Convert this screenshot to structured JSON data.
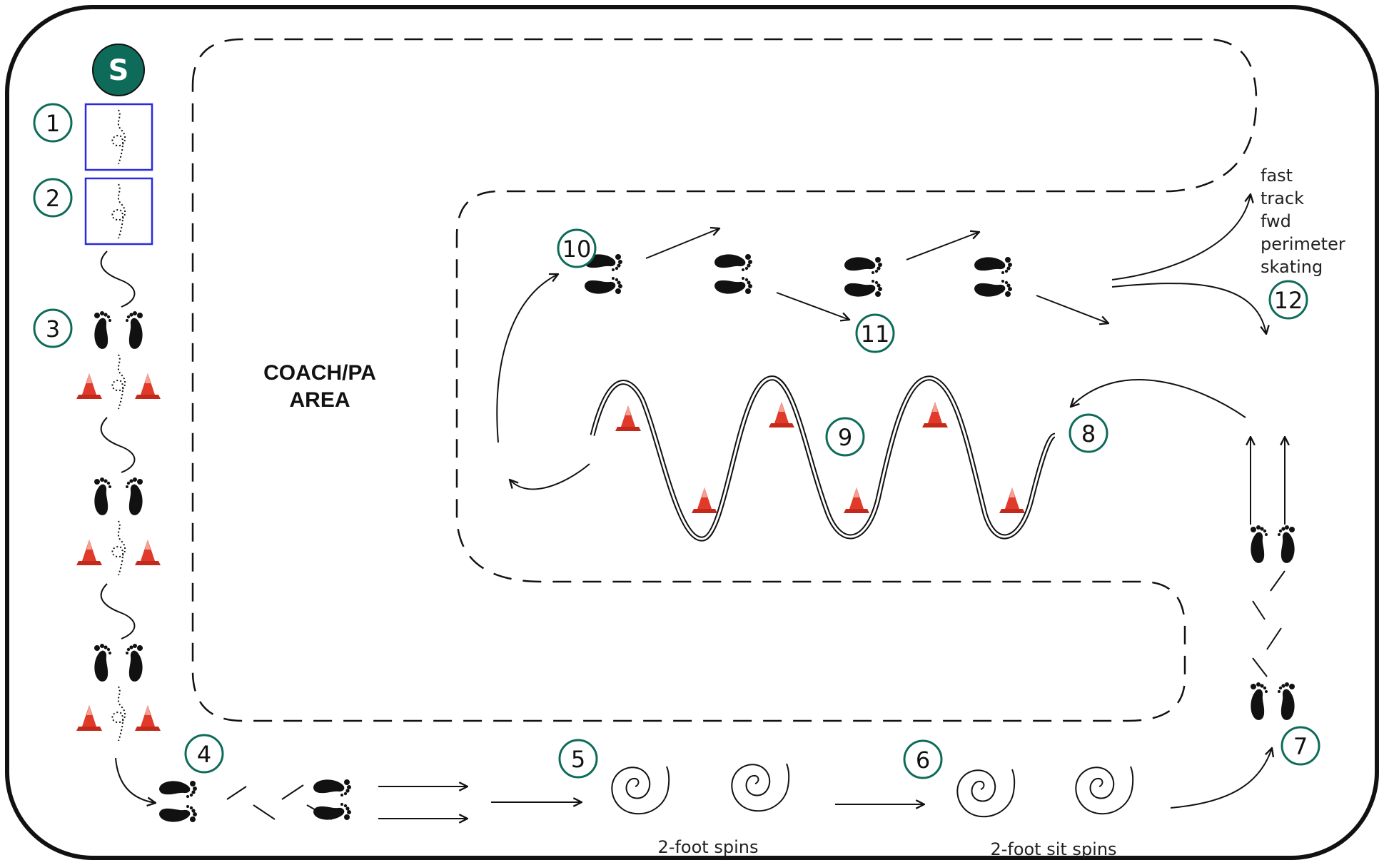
{
  "start_badge": {
    "label": "S",
    "color": "#0e6b5a"
  },
  "coach_area": {
    "line1": "COACH/PA",
    "line2": "AREA"
  },
  "steps": [
    {
      "n": "1"
    },
    {
      "n": "2"
    },
    {
      "n": "3"
    },
    {
      "n": "4"
    },
    {
      "n": "5"
    },
    {
      "n": "6"
    },
    {
      "n": "7"
    },
    {
      "n": "8"
    },
    {
      "n": "9"
    },
    {
      "n": "10"
    },
    {
      "n": "11"
    },
    {
      "n": "12"
    }
  ],
  "captions": {
    "spins_2foot": "2-foot spins",
    "sit_spins": "2-foot sit spins"
  },
  "fast_track": {
    "l1": "fast",
    "l2": "track",
    "l3": "fwd",
    "l4": "perimeter",
    "l5": "skating"
  },
  "colors": {
    "accent": "#0e6b5a",
    "cone": "#e03a2a",
    "box": "#2a2ae0",
    "ink": "#111111"
  },
  "icons": [
    "footprints-icon",
    "cone-icon",
    "spiral-icon",
    "arrow-icon"
  ]
}
